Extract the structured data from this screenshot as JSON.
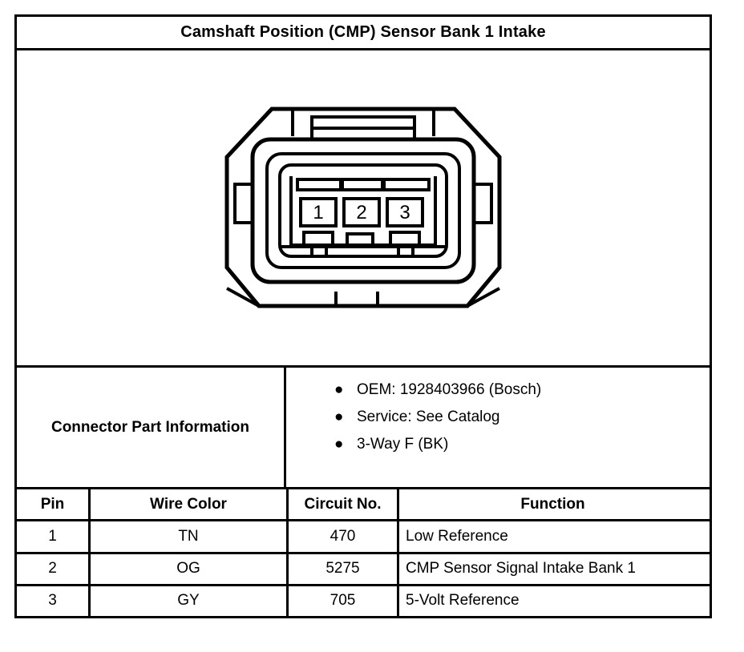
{
  "title": "Camshaft Position (CMP) Sensor Bank 1 Intake",
  "diagram": {
    "type": "connector-end-view",
    "pin_labels": [
      "1",
      "2",
      "3"
    ]
  },
  "part_info": {
    "label": "Connector Part Information",
    "bullet_glyph": "●",
    "items": [
      "OEM: 1928403966 (Bosch)",
      "Service: See Catalog",
      "3-Way F (BK)"
    ]
  },
  "pin_table": {
    "headers": [
      "Pin",
      "Wire Color",
      "Circuit No.",
      "Function"
    ],
    "rows": [
      {
        "pin": "1",
        "color": "TN",
        "circuit": "470",
        "function": "Low Reference"
      },
      {
        "pin": "2",
        "color": "OG",
        "circuit": "5275",
        "function": "CMP Sensor Signal Intake Bank 1"
      },
      {
        "pin": "3",
        "color": "GY",
        "circuit": "705",
        "function": "5-Volt Reference"
      }
    ]
  },
  "colors": {
    "ink": "#000000",
    "paper": "#ffffff"
  }
}
